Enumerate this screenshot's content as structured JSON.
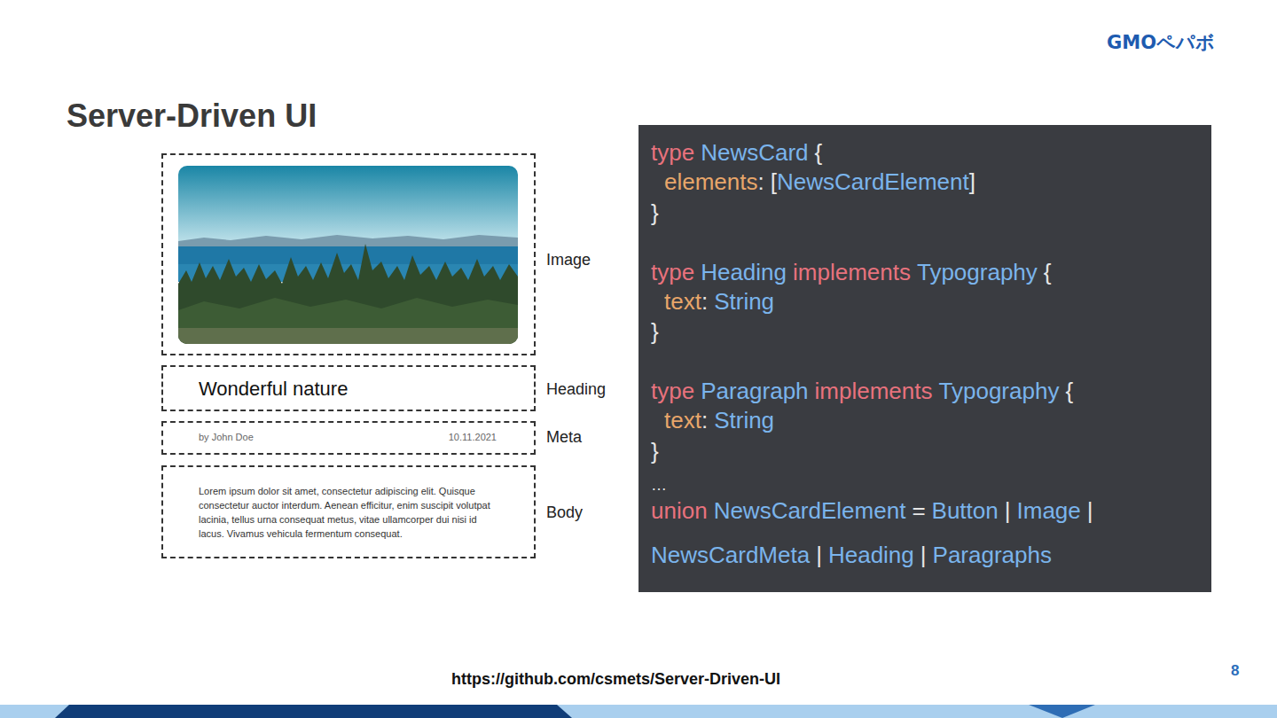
{
  "diagram": {
    "title": "Server-Driven UI",
    "nodes": [
      {
        "text": [
          "Image"
        ]
      },
      {
        "text": [
          "Wonderful nature",
          "Heading"
        ]
      },
      {
        "text": [
          "by John Doe",
          "10.11.2021",
          "Meta"
        ]
      },
      {
        "text": [
          "Lorem ipsum dolor sit amet, consectetur adipiscing elit. Quisque consectetur auctor interdum. Aenean efficitur, enim suscipit volutpat lacinia, tellus urna consequat metus, vitae ullamcorper dui nisi id lacus. Vivamus vehicula fermentum consequat.",
          "Body"
        ]
      },
      {
        "text": [
          "type",
          "NewsCard",
          "{",
          "elements",
          ":",
          "[",
          "NewsCardElement",
          "]",
          "}",
          "type",
          "Heading",
          "implements",
          "Typography",
          "{",
          "text",
          ":",
          "String",
          "}",
          "type",
          "Paragraph",
          "implements",
          "Typography",
          "{",
          "text",
          ":",
          "String",
          "}",
          "…",
          "union",
          "NewsCardElement",
          "=",
          "Button",
          "|",
          "Image",
          "|",
          "NewsCardMeta",
          "|",
          "Heading",
          "|",
          "Paragraphs"
        ]
      }
    ],
    "labels": [
      "GMOペパボ",
      "https://github.com/csmets/Server-Driven-UI",
      "8"
    ]
  }
}
